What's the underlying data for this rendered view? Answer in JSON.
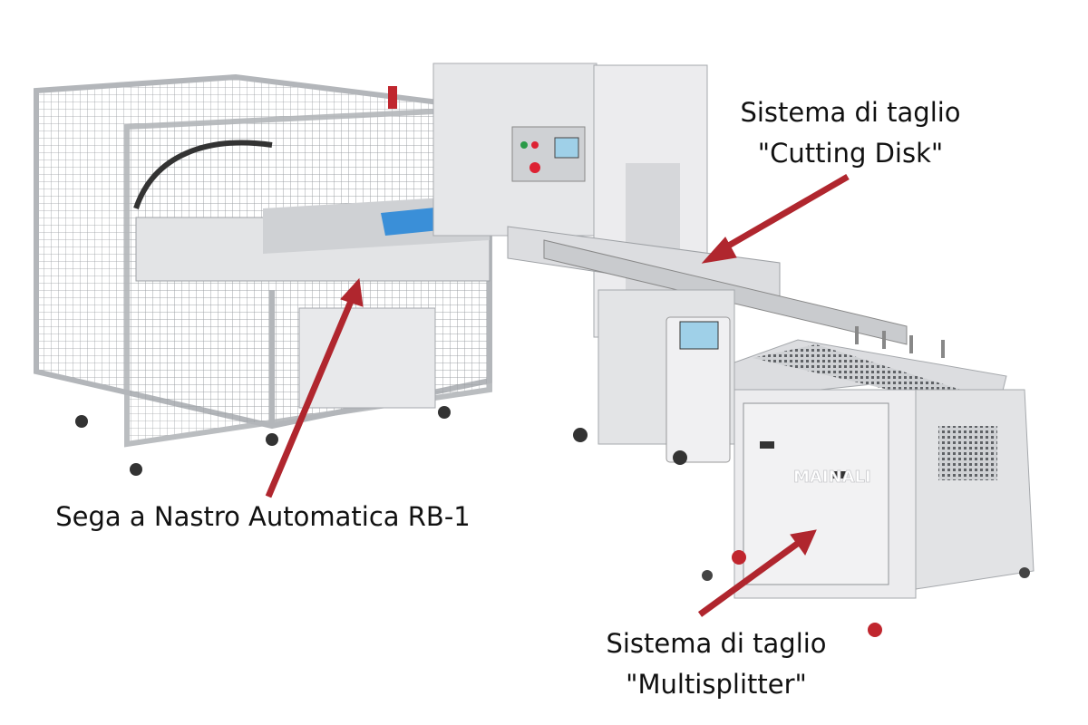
{
  "labels": {
    "cutting_disk": {
      "line1": "Sistema di taglio",
      "line2": "\"Cutting Disk\""
    },
    "band_saw": {
      "line1": "Sega a Nastro Automatica RB-1"
    },
    "multisplitter": {
      "line1": "Sistema di taglio",
      "line2": "\"Multisplitter\""
    }
  },
  "logo": {
    "brand": "MAINALI"
  },
  "colors": {
    "arrow": "#b0262e",
    "steel": "#d9dadc",
    "frame": "#b9bbbe",
    "belt": "#3a8fd8"
  }
}
